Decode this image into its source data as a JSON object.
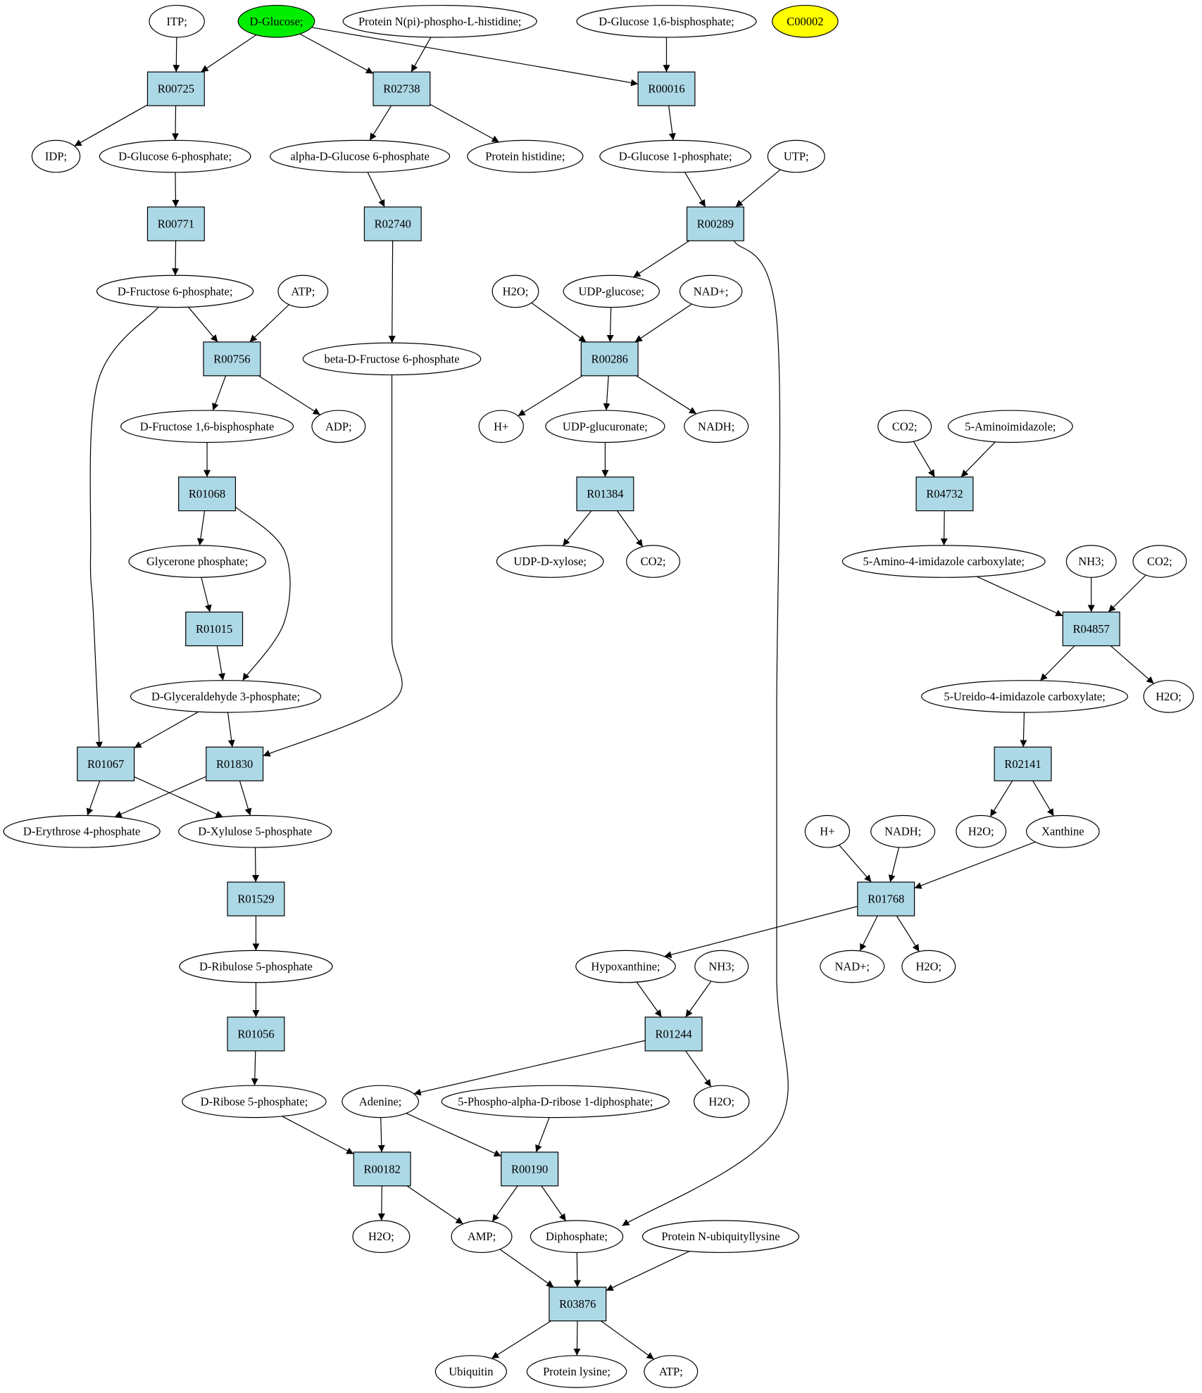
{
  "colors": {
    "reaction_fill": "#add8e6",
    "start_fill": "#00ee00",
    "highlight_fill": "#ffff00",
    "compound_fill": "#ffffff"
  },
  "compounds": {
    "itp": "ITP;",
    "dglucose": "D-Glucose;",
    "proteinNpi": "Protein N(pi)-phospho-L-histidine;",
    "dglc16bp": "D-Glucose 1,6-bisphosphate;",
    "c00002": "C00002",
    "idp": "IDP;",
    "dg6p": "D-Glucose 6-phosphate;",
    "adg6p": "alpha-D-Glucose 6-phosphate",
    "protHis": "Protein histidine;",
    "dg1p": "D-Glucose 1-phosphate;",
    "utp": "UTP;",
    "df6p": "D-Fructose 6-phosphate;",
    "atp1": "ATP;",
    "h2o1": "H2O;",
    "udpglc": "UDP-glucose;",
    "nadp1": "NAD+;",
    "bdf6p": "beta-D-Fructose 6-phosphate",
    "dfbp": "D-Fructose 1,6-bisphosphate",
    "adp": "ADP;",
    "hplus1": "H+",
    "udpgluc": "UDP-glucuronate;",
    "nadh1": "NADH;",
    "co2a": "CO2;",
    "aminoimid": "5-Aminoimidazole;",
    "gp": "Glycerone phosphate;",
    "udpxyl": "UDP-D-xylose;",
    "co2b": "CO2;",
    "aic": "5-Amino-4-imidazole carboxylate;",
    "nh3a": "NH3;",
    "co2c": "CO2;",
    "g3p": "D-Glyceraldehyde 3-phosphate;",
    "uic": "5-Ureido-4-imidazole carboxylate;",
    "h2o2": "H2O;",
    "de4p": "D-Erythrose 4-phosphate",
    "dx5p": "D-Xylulose 5-phosphate",
    "hplus2": "H+",
    "nadh2": "NADH;",
    "h2o3": "H2O;",
    "xanthine": "Xanthine",
    "dr5p": "D-Ribulose 5-phosphate",
    "hypox": "Hypoxanthine;",
    "nh3b": "NH3;",
    "nadp2": "NAD+;",
    "h2o4": "H2O;",
    "drib5p": "D-Ribose 5-phosphate;",
    "adenine": "Adenine;",
    "prpp": "5-Phospho-alpha-D-ribose 1-diphosphate;",
    "h2o5": "H2O;",
    "h2o6": "H2O;",
    "amp": "AMP;",
    "diph": "Diphosphate;",
    "protUbi": "Protein N-ubiquityllysine",
    "ubiquitin": "Ubiquitin",
    "protLys": "Protein lysine;",
    "atp2": "ATP;"
  },
  "reactions": {
    "R00725": "R00725",
    "R02738": "R02738",
    "R00016": "R00016",
    "R00771": "R00771",
    "R02740": "R02740",
    "R00289": "R00289",
    "R00756": "R00756",
    "R00286": "R00286",
    "R01068": "R01068",
    "R01384": "R01384",
    "R04732": "R04732",
    "R01015": "R01015",
    "R04857": "R04857",
    "R01067": "R01067",
    "R01830": "R01830",
    "R02141": "R02141",
    "R01529": "R01529",
    "R01768": "R01768",
    "R01056": "R01056",
    "R01244": "R01244",
    "R00182": "R00182",
    "R00190": "R00190",
    "R03876": "R03876"
  },
  "edges": [
    [
      "itp",
      "R00725"
    ],
    [
      "dglucose",
      "R00725"
    ],
    [
      "dglucose",
      "R02738"
    ],
    [
      "dglucose",
      "R00016"
    ],
    [
      "proteinNpi",
      "R02738"
    ],
    [
      "dglc16bp",
      "R00016"
    ],
    [
      "R00725",
      "idp"
    ],
    [
      "R00725",
      "dg6p"
    ],
    [
      "R02738",
      "adg6p"
    ],
    [
      "R02738",
      "protHis"
    ],
    [
      "R00016",
      "dg1p"
    ],
    [
      "dg6p",
      "R00771"
    ],
    [
      "adg6p",
      "R02740"
    ],
    [
      "dg1p",
      "R00289"
    ],
    [
      "utp",
      "R00289"
    ],
    [
      "R00771",
      "df6p"
    ],
    [
      "R00289",
      "udpglc"
    ],
    [
      "R00289",
      "diph"
    ],
    [
      "R02740",
      "bdf6p"
    ],
    [
      "df6p",
      "R00756"
    ],
    [
      "atp1",
      "R00756"
    ],
    [
      "df6p",
      "R01067"
    ],
    [
      "h2o1",
      "R00286"
    ],
    [
      "udpglc",
      "R00286"
    ],
    [
      "nadp1",
      "R00286"
    ],
    [
      "R00756",
      "dfbp"
    ],
    [
      "R00756",
      "adp"
    ],
    [
      "R00286",
      "hplus1"
    ],
    [
      "R00286",
      "udpgluc"
    ],
    [
      "R00286",
      "nadh1"
    ],
    [
      "dfbp",
      "R01068"
    ],
    [
      "udpgluc",
      "R01384"
    ],
    [
      "co2a",
      "R04732"
    ],
    [
      "aminoimid",
      "R04732"
    ],
    [
      "R01068",
      "gp"
    ],
    [
      "R01068",
      "g3p"
    ],
    [
      "R01384",
      "udpxyl"
    ],
    [
      "R01384",
      "co2b"
    ],
    [
      "R04732",
      "aic"
    ],
    [
      "gp",
      "R01015"
    ],
    [
      "aic",
      "R04857"
    ],
    [
      "nh3a",
      "R04857"
    ],
    [
      "co2c",
      "R04857"
    ],
    [
      "R01015",
      "g3p"
    ],
    [
      "R04857",
      "uic"
    ],
    [
      "R04857",
      "h2o2"
    ],
    [
      "g3p",
      "R01067"
    ],
    [
      "g3p",
      "R01830"
    ],
    [
      "bdf6p",
      "R01830"
    ],
    [
      "uic",
      "R02141"
    ],
    [
      "R01067",
      "de4p"
    ],
    [
      "R01067",
      "dx5p"
    ],
    [
      "R01830",
      "de4p"
    ],
    [
      "R01830",
      "dx5p"
    ],
    [
      "R02141",
      "h2o3"
    ],
    [
      "R02141",
      "xanthine"
    ],
    [
      "dx5p",
      "R01529"
    ],
    [
      "hplus2",
      "R01768"
    ],
    [
      "nadh2",
      "R01768"
    ],
    [
      "xanthine",
      "R01768"
    ],
    [
      "R01529",
      "dr5p"
    ],
    [
      "R01768",
      "hypox"
    ],
    [
      "R01768",
      "nadp2"
    ],
    [
      "R01768",
      "h2o4"
    ],
    [
      "dr5p",
      "R01056"
    ],
    [
      "hypox",
      "R01244"
    ],
    [
      "nh3b",
      "R01244"
    ],
    [
      "R01056",
      "drib5p"
    ],
    [
      "R01244",
      "adenine"
    ],
    [
      "R01244",
      "h2o5"
    ],
    [
      "drib5p",
      "R00182"
    ],
    [
      "adenine",
      "R00182"
    ],
    [
      "adenine",
      "R00190"
    ],
    [
      "prpp",
      "R00190"
    ],
    [
      "R00182",
      "h2o6"
    ],
    [
      "R00182",
      "amp"
    ],
    [
      "R00190",
      "amp"
    ],
    [
      "R00190",
      "diph"
    ],
    [
      "amp",
      "R03876"
    ],
    [
      "diph",
      "R03876"
    ],
    [
      "protUbi",
      "R03876"
    ],
    [
      "R03876",
      "ubiquitin"
    ],
    [
      "R03876",
      "protLys"
    ],
    [
      "R03876",
      "atp2"
    ]
  ]
}
